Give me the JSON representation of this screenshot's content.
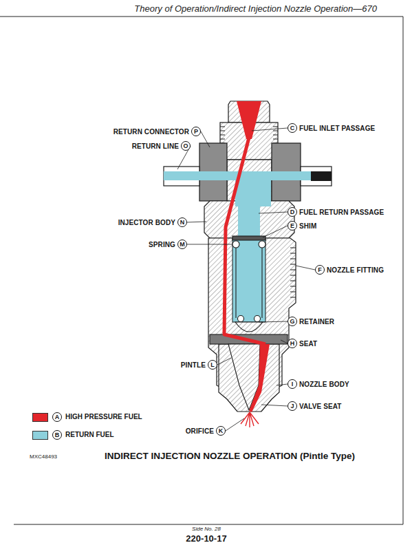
{
  "diagram": {
    "title": "Theory of Operation/Indirect Injection Nozzle Operation—670",
    "caption": "INDIRECT INJECTION NOZZLE OPERATION (Pintle Type)",
    "nodes": [
      {
        "text": [
          "RETURN CONNECTOR",
          "P"
        ]
      },
      {
        "text": [
          "C",
          "FUEL INLET PASSAGE"
        ]
      },
      {
        "text": [
          "RETURN LINE",
          "O"
        ]
      },
      {
        "text": [
          "D",
          "FUEL RETURN PASSAGE"
        ]
      },
      {
        "text": [
          "INJECTOR BODY",
          "N"
        ]
      },
      {
        "text": [
          "E",
          "SHIM"
        ]
      },
      {
        "text": [
          "SPRING",
          "M"
        ]
      },
      {
        "text": [
          "F",
          "NOZZLE FITTING"
        ]
      },
      {
        "text": [
          "G",
          "RETAINER"
        ]
      },
      {
        "text": [
          "H",
          "SEAT"
        ]
      },
      {
        "text": [
          "PINTLE",
          "L"
        ]
      },
      {
        "text": [
          "I",
          "NOZZLE BODY"
        ]
      },
      {
        "text": [
          "J",
          "VALVE SEAT"
        ]
      },
      {
        "text": [
          "ORIFICE",
          "K"
        ]
      },
      {
        "text": [
          "A"
        ]
      },
      {
        "text": [
          "B"
        ]
      }
    ],
    "labels": [
      "MXC48493",
      "Side No. 28",
      "220-10-17"
    ],
    "legend": [
      {
        "text": "HIGH PRESSURE FUEL",
        "color": "#e3262b"
      },
      {
        "text": "RETURN FUEL",
        "color": "#8dd0dc"
      }
    ]
  }
}
